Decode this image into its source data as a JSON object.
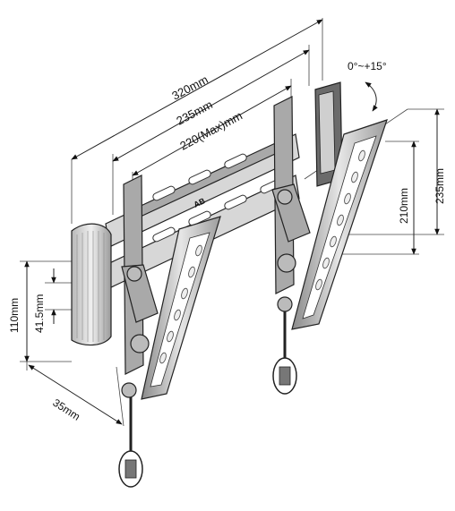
{
  "diagram": {
    "labels": {
      "width_overall": "320mm",
      "width_outer_holes": "235mm",
      "width_max_holes": "220(Max)mm",
      "tilt_range": "0°~+15°",
      "height_arm": "210mm",
      "height_overall": "235mm",
      "height_wall_plate": "110mm",
      "offset_vertical": "41.5mm",
      "depth_profile": "35mm",
      "logo": "AB"
    }
  }
}
